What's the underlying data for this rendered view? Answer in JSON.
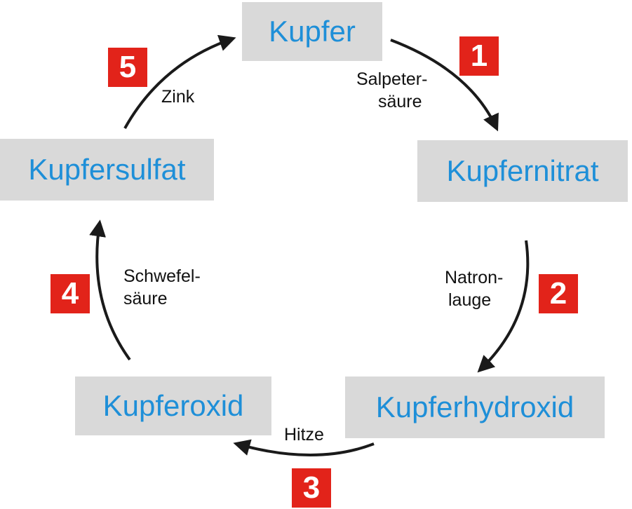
{
  "colors": {
    "node_background": "#d9d9d9",
    "node_text": "#1e8fd8",
    "step_badge": "#e2231a",
    "arrow": "#1a1a1a"
  },
  "nodes": {
    "kupfer": "Kupfer",
    "kupfernitrat": "Kupfernitrat",
    "kupferhydroxid": "Kupferhydroxid",
    "kupferoxid": "Kupferoxid",
    "kupfersulfat": "Kupfersulfat"
  },
  "steps": [
    "1",
    "2",
    "3",
    "4",
    "5"
  ],
  "reagents": {
    "step1": [
      "Salpeter-",
      "säure"
    ],
    "step2": [
      "Natron-",
      "lauge"
    ],
    "step3": [
      "Hitze"
    ],
    "step4": [
      "Schwefel-",
      "säure"
    ],
    "step5": [
      "Zink"
    ]
  }
}
